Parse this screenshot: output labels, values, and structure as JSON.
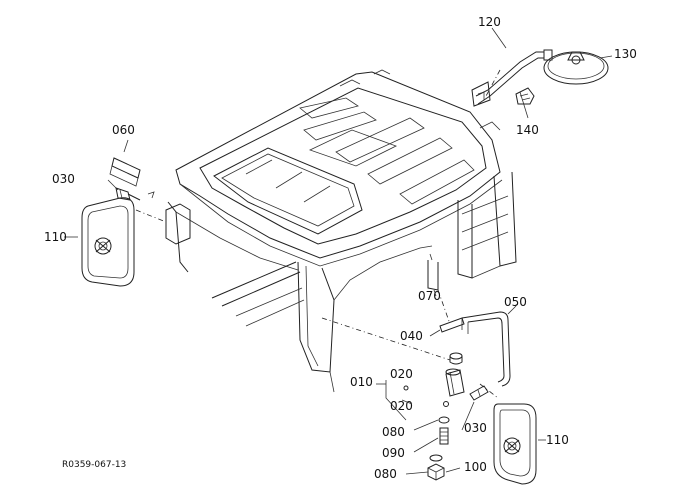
{
  "parts": {
    "p010": "010",
    "p020a": "020",
    "p020b": "020",
    "p030a": "030",
    "p030b": "030",
    "p040": "040",
    "p050": "050",
    "p060": "060",
    "p070": "070",
    "p080a": "080",
    "p080b": "080",
    "p090": "090",
    "p100": "100",
    "p110a": "110",
    "p110b": "110",
    "p120": "120",
    "p130": "130",
    "p140": "140"
  },
  "doc_id": "R0359-067-13"
}
